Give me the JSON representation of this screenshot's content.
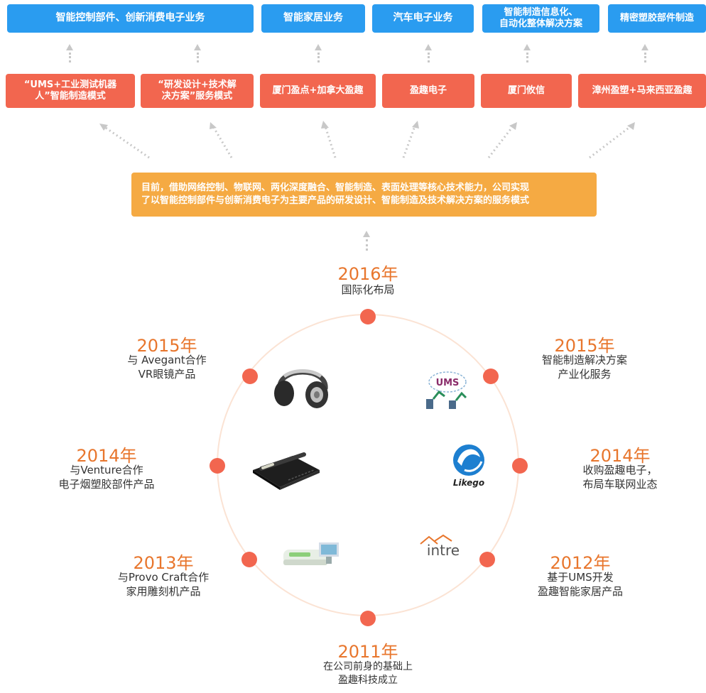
{
  "top_businesses": [
    "智能控制部件、创新消费电子业务",
    "智能家居业务",
    "汽车电子业务",
    "智能制造信息化、\n自动化整体解决方案",
    "精密塑胶部件制造"
  ],
  "subsidiaries": [
    "“UMS+工业测试机器\n人”智能制造模式",
    "“研发设计+技术解\n决方案”服务模式",
    "厦门盈点+加拿大盈趣",
    "盈趣电子",
    "厦门攸信",
    "漳州盈塑+马来西亚盈趣"
  ],
  "summary": "目前，借助网络控制、物联网、两化深度融合、智能制造、表面处理等核心技术能力，公司实现\n了以智能控制部件与创新消费电子为主要产品的研发设计、智能制造及技术解决方案的服务模式",
  "milestones": {
    "m2016": {
      "year": "2016年",
      "desc": "国际化布局"
    },
    "m2015_left": {
      "year": "2015年",
      "desc": "与 Avegant合作\nVR眼镜产品"
    },
    "m2015_right": {
      "year": "2015年",
      "desc": "智能制造解决方案\n产业化服务"
    },
    "m2014_left": {
      "year": "2014年",
      "desc": "与Venture合作\n电子烟塑胶部件产品"
    },
    "m2014_right": {
      "year": "2014年",
      "desc": "收购盈趣电子，\n布局车联网业态"
    },
    "m2013": {
      "year": "2013年",
      "desc": "与Provo Craft合作\n家用雕刻机产品"
    },
    "m2012": {
      "year": "2012年",
      "desc": "基于UMS开发\n盈趣智能家居产品"
    },
    "m2011": {
      "year": "2011年",
      "desc": "在公司前身的基础上\n盈趣科技成立"
    }
  },
  "logos": {
    "ums": "UMS",
    "likego": "Likego",
    "intre": "intre"
  },
  "colors": {
    "blue": "#2a9cf0",
    "red": "#f2664f",
    "orange": "#f5aa43",
    "year": "#e8762d"
  }
}
